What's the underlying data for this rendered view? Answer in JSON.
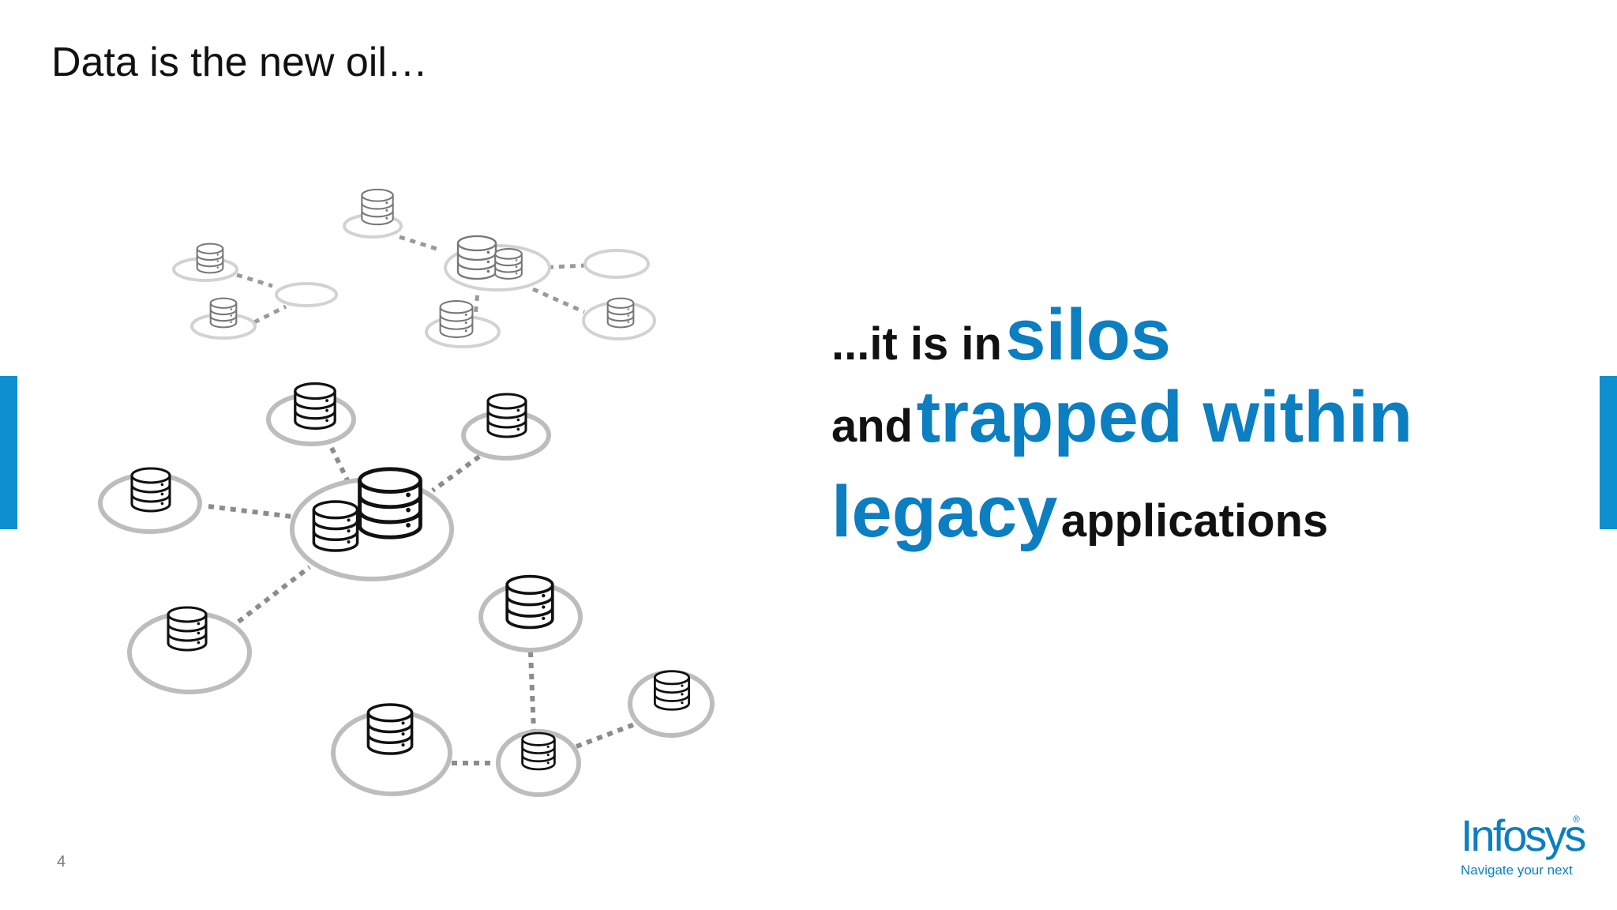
{
  "slide": {
    "title": "Data is the new oil…",
    "headline": {
      "line1": {
        "plain": "...it is in",
        "accent": "silos"
      },
      "line2": {
        "plain": "and",
        "accent": "trapped within"
      },
      "line3": {
        "accent": "legacy",
        "plain": "applications"
      }
    },
    "page_number": "4",
    "logo": {
      "wordmark": "Infosys",
      "registered": "®",
      "tagline": "Navigate your next"
    }
  },
  "colors": {
    "accent_blue": "#0c7ec2",
    "edge_bar": "#0e8fd0",
    "text": "#111111",
    "ring_light": "#c8c8c8",
    "connector": "#8c8c8c",
    "icon_faded": "#777777",
    "icon_dark": "#111111"
  },
  "icons": {
    "node": "database-icon",
    "ring": "node-ring"
  }
}
